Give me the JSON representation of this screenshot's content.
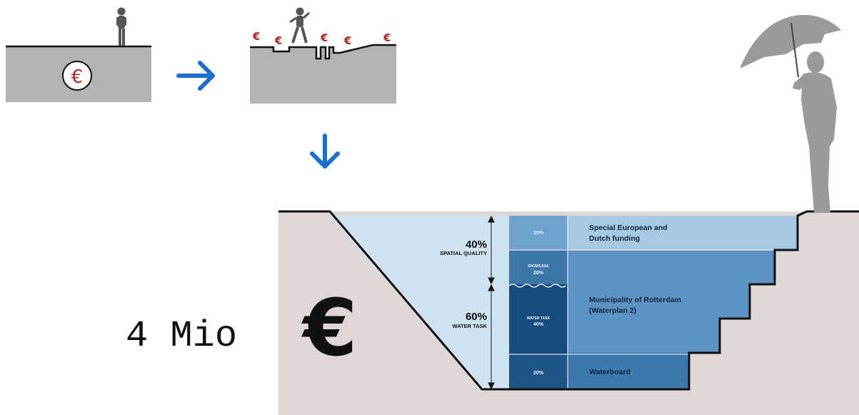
{
  "total": {
    "amount": "4 Mio",
    "symbol": "€"
  },
  "icons": {
    "small_euro": "€",
    "circle_euro": "€",
    "arrow_color": "#1a6fd0"
  },
  "brackets": [
    {
      "pct": "40%",
      "label": "SPATIAL QUALITY"
    },
    {
      "pct": "60%",
      "label": "WATER TASK"
    }
  ],
  "stack": [
    {
      "top": "20%",
      "bottom": "",
      "color": "#6ea1cc"
    },
    {
      "top": "SHOWCASE",
      "bottom": "20%",
      "color": "#3c77a8"
    },
    {
      "top": "WATER TASK",
      "bottom": "40%",
      "color": "#174c7e"
    },
    {
      "top": "20%",
      "bottom": "",
      "color": "#1d5685"
    }
  ],
  "funding": [
    {
      "line1": "Special European and",
      "line2": "Dutch funding",
      "color": "#a5c8e4"
    },
    {
      "line1": "Municipality of Rotterdam",
      "line2": "(Waterplan 2)",
      "color": "#5d93c2"
    },
    {
      "line1": "Waterboard",
      "line2": "",
      "color": "#3c79ad"
    }
  ],
  "colors": {
    "ground": "#ded7d5",
    "water": "#cfe2f0",
    "panel_gray": "#b3b3b3",
    "silhouette": "#9a9a9a"
  }
}
